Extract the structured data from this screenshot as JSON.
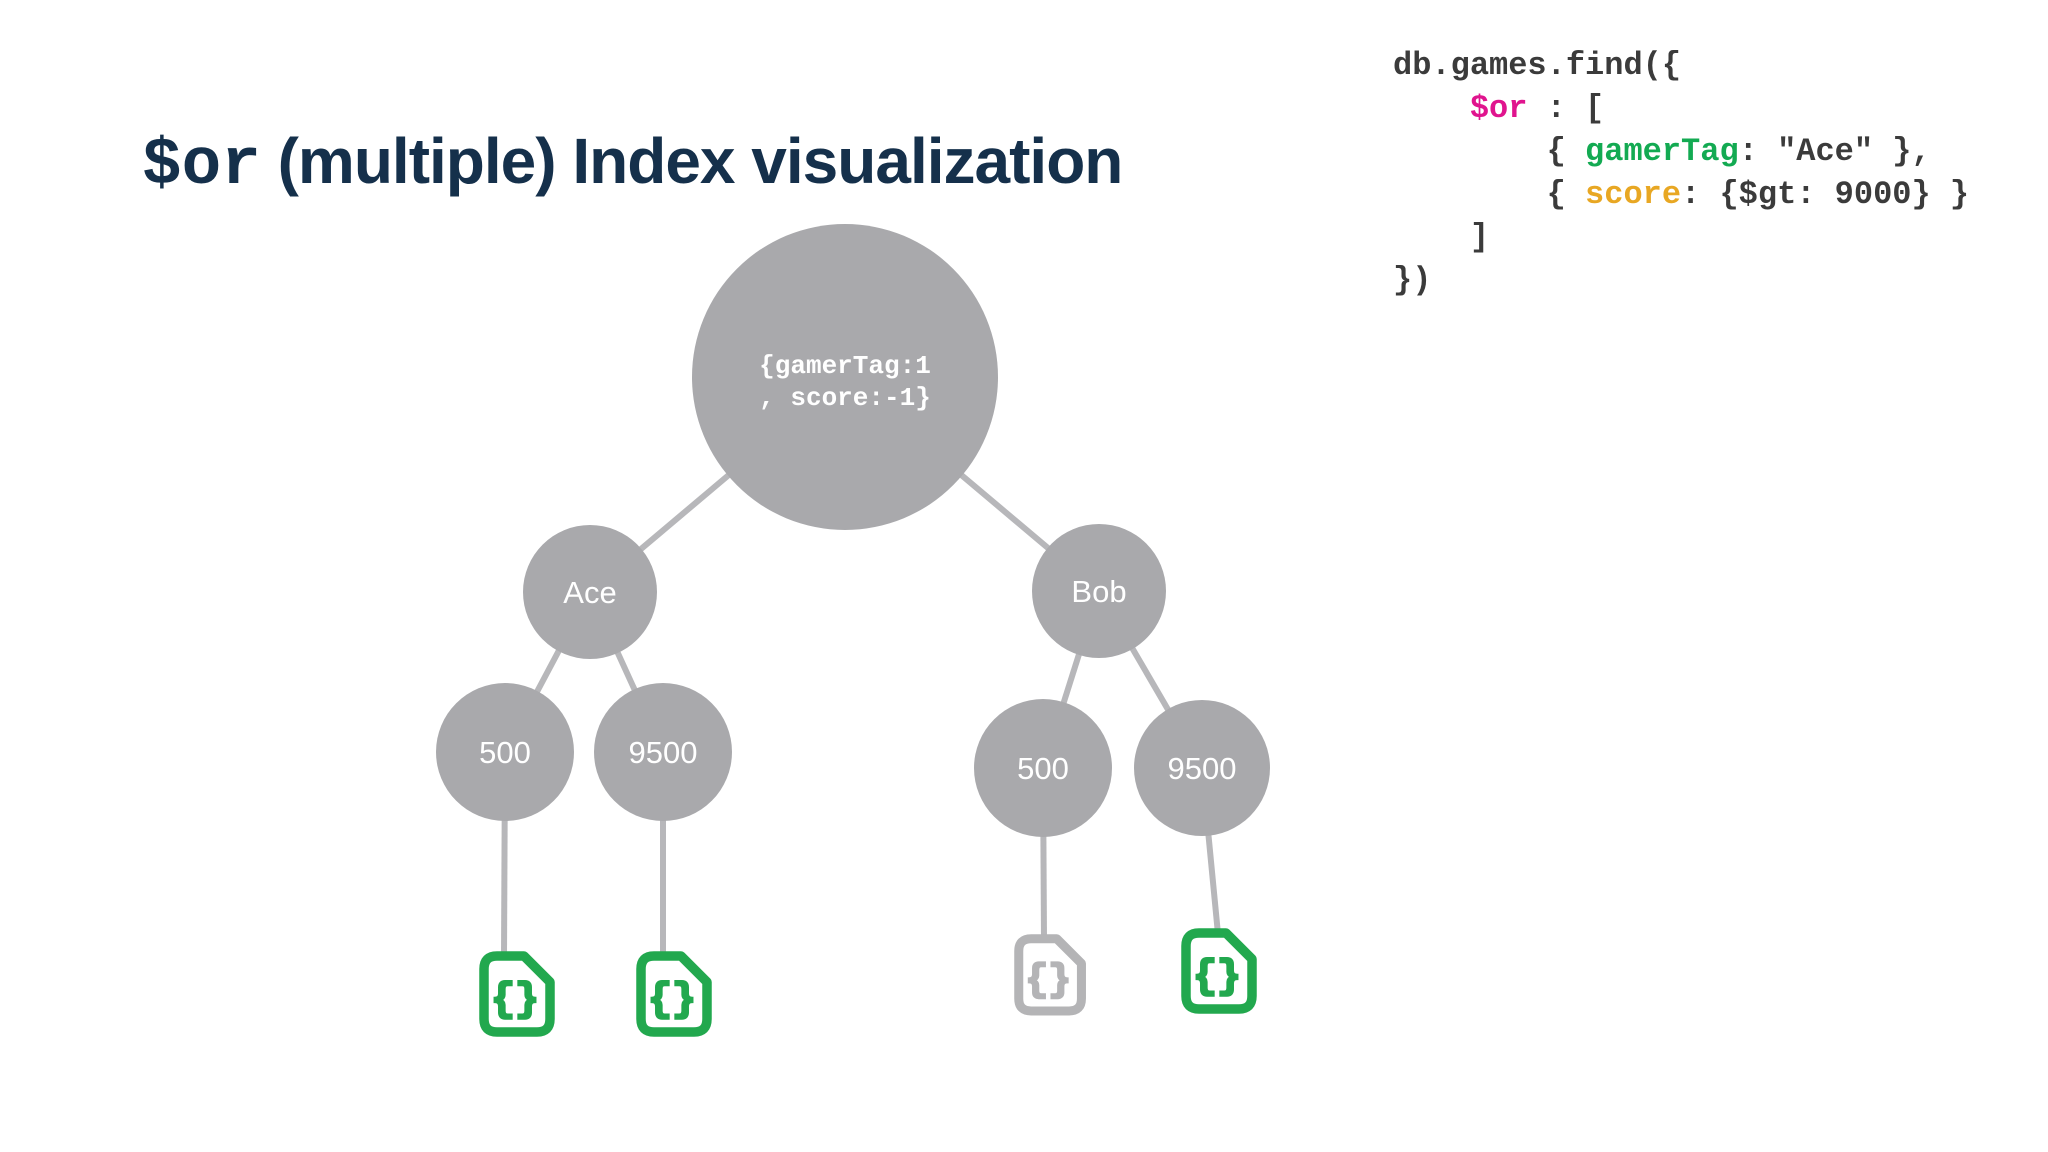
{
  "slide": {
    "title_code": "$or",
    "title_rest": " (multiple) Index visualization"
  },
  "code": {
    "line1": "db.games.find({",
    "line2_indent": "    ",
    "line2_operator": "$or",
    "line2_rest": " : [",
    "line3_pre": "        { ",
    "line3_key": "gamerTag",
    "line3_rest": ": \"Ace\" },",
    "line4_pre": "        { ",
    "line4_key": "score",
    "line4_rest": ": {$gt: 9000} }",
    "line5": "    ]",
    "line6": "})"
  },
  "tree": {
    "root": {
      "line1": "{gamerTag:1",
      "line2": ", score:-1}"
    },
    "nodes": {
      "left": "Ace",
      "right": "Bob",
      "left_child1": "500",
      "left_child2": "9500",
      "right_child1": "500",
      "right_child2": "9500"
    },
    "doc_icon_glyph": "{}",
    "documents": [
      {
        "position": "under-ace-500",
        "state": "matched",
        "color": "#22a84e"
      },
      {
        "position": "under-ace-9500",
        "state": "matched",
        "color": "#22a84e"
      },
      {
        "position": "under-bob-500",
        "state": "not-matched",
        "color": "#b4b4b6"
      },
      {
        "position": "under-bob-9500",
        "state": "matched",
        "color": "#22a84e"
      }
    ]
  },
  "colors": {
    "title_navy": "#15304b",
    "code_default": "#3b3b3b",
    "operator_pink": "#e0148e",
    "key_green": "#13aa52",
    "key_amber": "#e8a723",
    "node_gray": "#a9a9ac",
    "edge_gray": "#b7b7ba",
    "doc_green": "#22a84e",
    "doc_gray": "#b4b4b6"
  }
}
